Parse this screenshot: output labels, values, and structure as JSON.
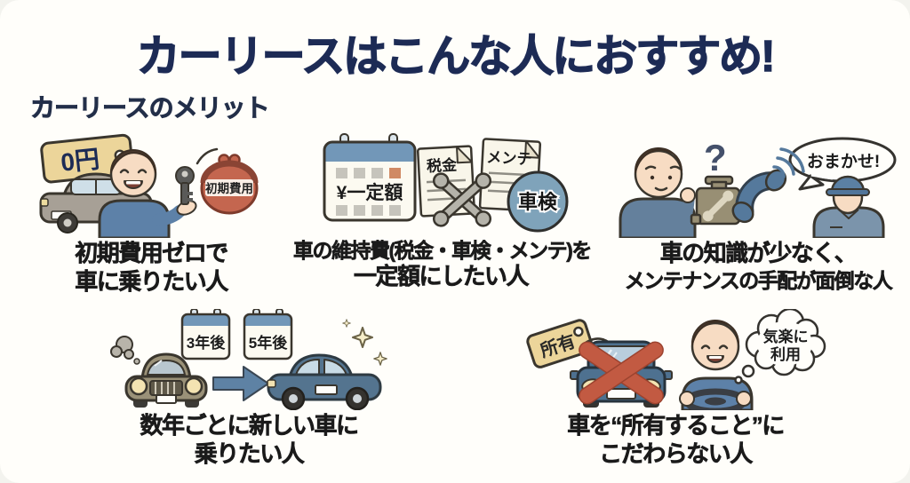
{
  "page": {
    "title": "カーリースはこんな人におすすめ!",
    "subtitle": "カーリースのメリット"
  },
  "colors": {
    "title_navy": "#1d2b55",
    "caption_black": "#1b1b1b",
    "steel_blue": "#55799c",
    "sweater_blue": "#5d81a8",
    "tag_cream": "#ecd59a",
    "purse_red": "#c4664f",
    "badge_blue": "#7fa3ba",
    "cross_red": "#c25a42",
    "old_car_tan": "#9a9178",
    "new_car_blue": "#54748f"
  },
  "panels": [
    {
      "name": "zero-initial-cost",
      "caption": [
        "初期費用ゼロで",
        "車に乗りたい人"
      ],
      "price_tag": "0円",
      "purse_label": "初期費用"
    },
    {
      "name": "fixed-maintenance-cost",
      "caption": [
        "車の維持費(税金・車検・メンテ)を",
        "一定額にしたい人"
      ],
      "calendar_label": "¥一定額",
      "doc1_label": "税金",
      "doc2_label": "メンテ",
      "badge_label": "車検"
    },
    {
      "name": "low-car-knowledge",
      "caption": [
        "車の知識が少なく、",
        "メンテナンスの手配が面倒な人"
      ],
      "question_mark": "?",
      "speech_bubble": "おまかせ!"
    },
    {
      "name": "new-car-every-few-years",
      "caption": [
        "数年ごとに新しい車に",
        "乗りたい人"
      ],
      "calendar1_label": "3年後",
      "calendar2_label": "5年後"
    },
    {
      "name": "not-ownership-focused",
      "caption": [
        "車を“所有すること”に",
        "こだわらない人"
      ],
      "ownership_tag": "所有",
      "thought": [
        "気楽に",
        "利用"
      ]
    }
  ]
}
